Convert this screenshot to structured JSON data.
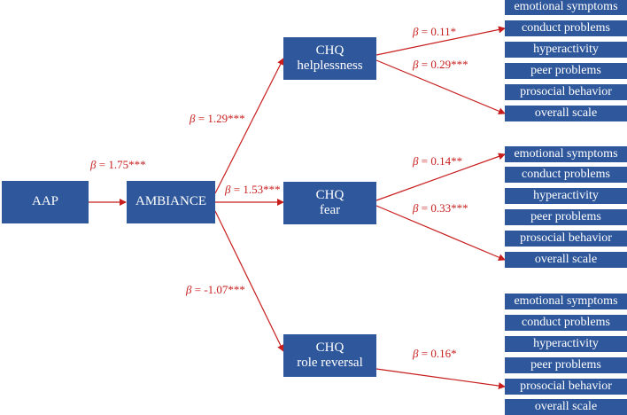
{
  "colors": {
    "box": "#2f579b",
    "text": "#ffffff",
    "arrow": "#c81e1e"
  },
  "nodes": {
    "aap": "AAP",
    "ambiance": "AMBIANCE",
    "helplessness": "CHQ\nhelplessness",
    "fear": "CHQ\nfear",
    "role_reversal": "CHQ\nrole reversal"
  },
  "outcomes": [
    "emotional symptoms",
    "conduct problems",
    "hyperactivity",
    "peer problems",
    "prosocial behavior",
    "overall scale"
  ],
  "beta_symbol": "β",
  "coefficients": {
    "aap_ambiance": "= 1.75***",
    "ambiance_helplessness": "= 1.29***",
    "ambiance_fear": "= 1.53***",
    "ambiance_role_reversal": "= -1.07***",
    "helplessness_conduct": "= 0.11*",
    "helplessness_overall": "= 0.29***",
    "fear_emotional": "= 0.14**",
    "fear_overall": "= 0.33***",
    "role_reversal_prosocial": "= 0.16*"
  }
}
